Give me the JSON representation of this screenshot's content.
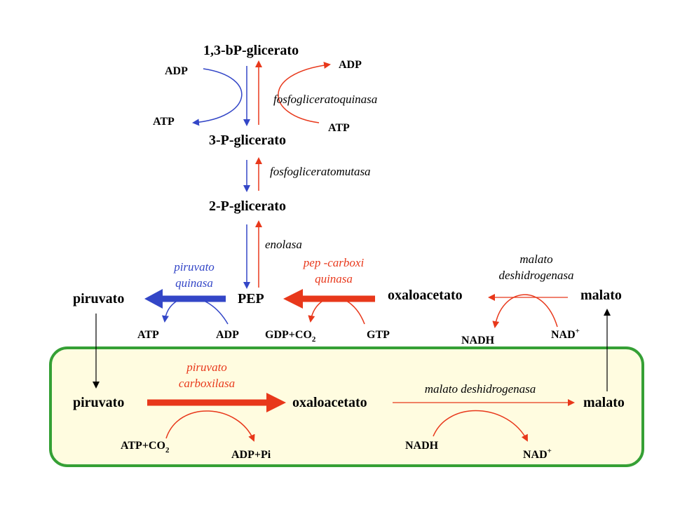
{
  "colors": {
    "red": "#e8381b",
    "blue": "#3346c7",
    "black": "#000000",
    "compartment_fill": "#fffce0",
    "compartment_stroke": "#35a035"
  },
  "metabolites": {
    "bpg": "1,3-bP-glicerato",
    "pg3": "3-P-glicerato",
    "pg2": "2-P-glicerato",
    "pep": "PEP",
    "pyruvate_cyto": "piruvato",
    "oaa_cyto": "oxaloacetato",
    "malate_cyto": "malato",
    "pyruvate_mito": "piruvato",
    "oaa_mito": "oxaloacetato",
    "malate_mito": "malato"
  },
  "cofactors": {
    "adp_left": "ADP",
    "atp_left": "ATP",
    "adp_right": "ADP",
    "atp_right": "ATP",
    "pk_atp": "ATP",
    "pk_adp": "ADP",
    "pepck_gdp": "GDP+CO",
    "pepck_gdp_sub": "2",
    "pepck_gtp": "GTP",
    "mdh_cyto_nadh": "NADH",
    "mdh_cyto_nad": "NAD",
    "mdh_cyto_nad_sup": "+",
    "pc_atp": "ATP+CO",
    "pc_atp_sub": "2",
    "pc_adp": "ADP+Pi",
    "mdh_mito_nadh": "NADH",
    "mdh_mito_nad": "NAD",
    "mdh_mito_nad_sup": "+"
  },
  "enzymes": {
    "pgk": "fosfogliceratoquinasa",
    "pgm": "fosfogliceratomutasa",
    "enolase": "enolasa",
    "pk_line1": "piruvato",
    "pk_line2": "quinasa",
    "pepck_line1": "pep -carboxi",
    "pepck_line2": "quinasa",
    "mdh_cyto_line1": "malato",
    "mdh_cyto_line2": "deshidrogenasa",
    "pc_line1": "piruvato",
    "pc_line2": "carboxilasa",
    "mdh_mito": "malato deshidrogenasa"
  }
}
